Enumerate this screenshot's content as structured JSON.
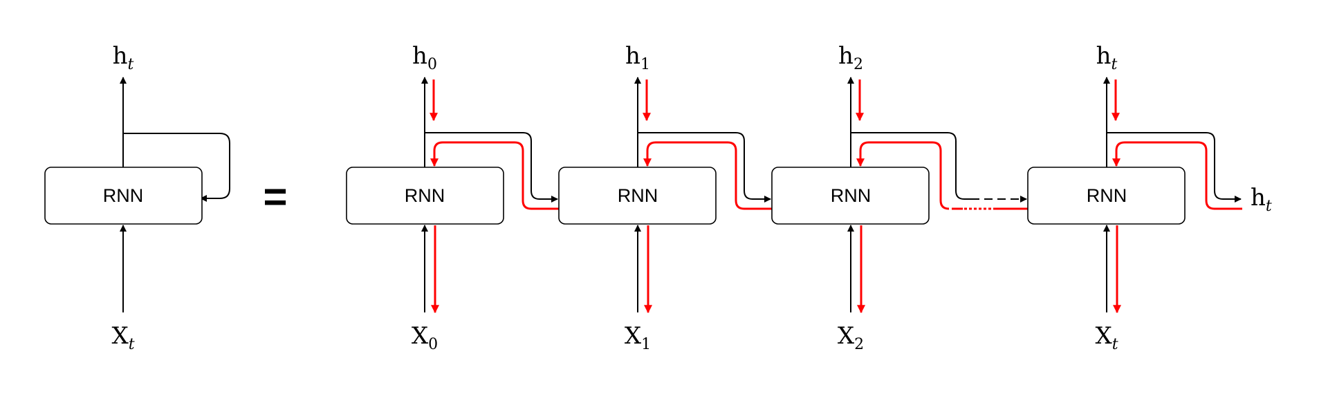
{
  "block_label": "RNN",
  "equals": "=",
  "folded": {
    "output": {
      "base": "h",
      "sub": "t"
    },
    "input": {
      "base": "X",
      "sub": "t"
    }
  },
  "unrolled": [
    {
      "output": {
        "base": "h",
        "sub": "0"
      },
      "input": {
        "base": "X",
        "sub": "0"
      }
    },
    {
      "output": {
        "base": "h",
        "sub": "1"
      },
      "input": {
        "base": "X",
        "sub": "1"
      }
    },
    {
      "output": {
        "base": "h",
        "sub": "2"
      },
      "input": {
        "base": "X",
        "sub": "2"
      }
    },
    {
      "output": {
        "base": "h",
        "sub": "t"
      },
      "input": {
        "base": "X",
        "sub": "t"
      }
    }
  ],
  "final_output": {
    "base": "h",
    "sub": "t"
  },
  "colors": {
    "forward": "#000000",
    "backward": "#ff0000"
  }
}
